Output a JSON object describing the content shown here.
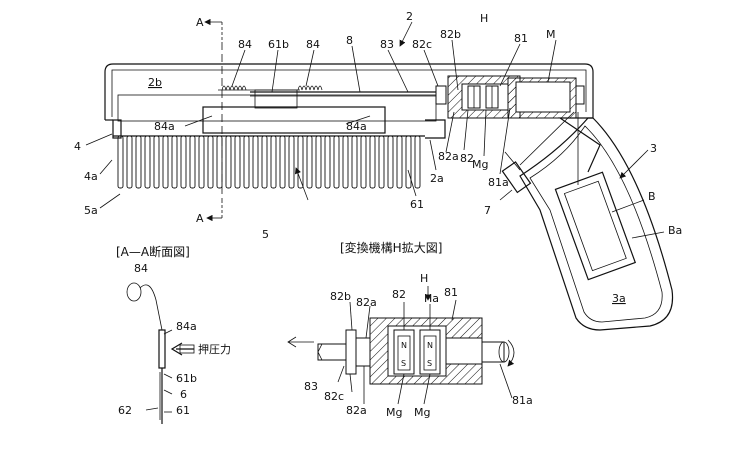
{
  "title": "",
  "labels": {
    "A_top": "A",
    "A_bottom": "A",
    "n2": "2",
    "n2b": "2b",
    "n84_left": "84",
    "n61b": "61b",
    "n84_right": "84",
    "n8": "8",
    "n83": "83",
    "n82c": "82c",
    "n82b": "82b",
    "nH": "H",
    "n81": "81",
    "nM": "M",
    "n84a_left": "84a",
    "n84a_right": "84a",
    "n4": "4",
    "n4a": "4a",
    "n5a": "5a",
    "n5": "5",
    "n61": "61",
    "n2a": "2a",
    "n82a": "82a",
    "n82": "82",
    "nMg": "Mg",
    "n81a": "81a",
    "n7": "7",
    "n3": "3",
    "nB": "B",
    "nBa": "Ba",
    "n3a": "3a"
  },
  "section_aa": {
    "title": "[A—A断面図]",
    "n84": "84",
    "n84a": "84a",
    "pressure": "押圧力",
    "n61b": "61b",
    "n6": "6",
    "n62": "62",
    "n61": "61"
  },
  "detail_h": {
    "title": "[変換機構H拡大図]",
    "nH": "H",
    "n82b": "82b",
    "n82a_top": "82a",
    "n82": "82",
    "nHa": "Ha",
    "n81": "81",
    "n83": "83",
    "n82c": "82c",
    "n82a_bottom": "82a",
    "nMg_left": "Mg",
    "nMg_right": "Mg",
    "n81a": "81a",
    "magnet_N": "N",
    "magnet_S": "S"
  }
}
